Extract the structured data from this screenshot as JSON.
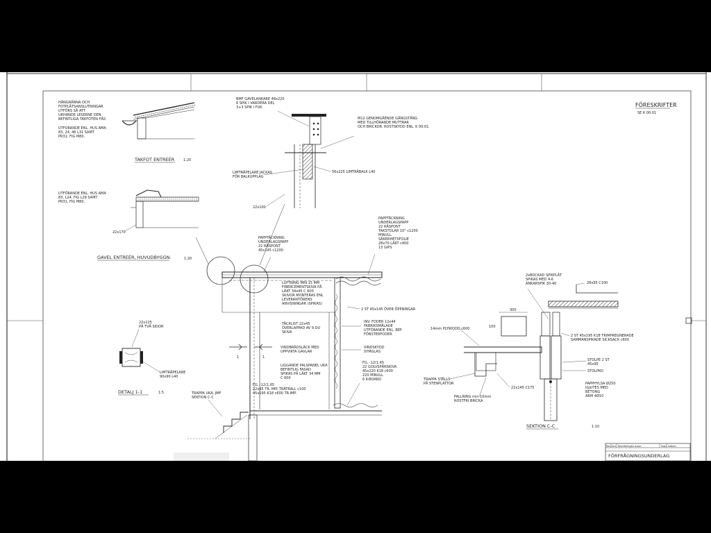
{
  "header": {
    "title": "FÖRESKRIFTER",
    "reference": "SE K 00:01"
  },
  "titleblock": {
    "row_labels": [
      "Rev",
      "Ant",
      "Revideringen avser",
      "Sign",
      "Datum"
    ],
    "document_status": "FÖRFRÅGNINGSUNDERLAG"
  },
  "views": {
    "takfot": {
      "title": "TAKFOT ENTREÉR",
      "scale": "1:20",
      "note1": [
        "HÄNGRÄNNA OCH",
        "FOTPLÅTSANSLUTNINGAR",
        "UTFÖRS SÅ ATT",
        "UKHANDE LESERNE DEN",
        "BEFINTLIGA TAKFOTEN FÅS"
      ],
      "note2": [
        "UTFORANDE ENL. HUS AMA",
        "83, 24, 46 L31 SAMT",
        "PR31, FIG M80."
      ]
    },
    "gavel": {
      "title": "GAVEL ENTREÉR, HUVUDBYGGN.",
      "scale": "1:20",
      "note1": [
        "UTFÖRANDE ENL. HUS AMA",
        "83, L24, FIG L29 SAMT",
        "PR31, FIG M80."
      ],
      "board": "22x170"
    },
    "detalj": {
      "title": "DETALJ 1-1",
      "scale": "1:5",
      "top_note": [
        "22x125",
        "PÅ TVÅ SIDOR"
      ],
      "bottom_note": [
        "LIMTRÄPELARE",
        "90x90 L40"
      ]
    },
    "sektion": {
      "title": "SEKTION C-C",
      "scale": "1:10",
      "notes": {
        "beam": "28x95 C100",
        "spikar": [
          "2xBOCKAD SPIKPLÅT",
          "SPIKAS MED 4-6",
          "ANKARSPIK 30-40"
        ],
        "plywood": "14mm PLYWOOD c600",
        "trim": [
          "2 ST 45x195 K18 TRIMPREGNERADE",
          "SAMMANSPIKADE SICKSACK c600"
        ],
        "stolpe1": [
          "STOLPE 2 ST",
          "45x95"
        ],
        "stolpko": "STOLPKO",
        "trappa": [
          "TRAPPA STÄLLS",
          "PÅ STENPLATTOR"
        ],
        "board": "22x145 C175",
        "pall": [
          "PALLNING min 10mm",
          "ROSTFRI BRICKA"
        ],
        "papphylsa": [
          "PAPPHYLSA Ø250",
          "IGJUTES MED",
          "BETONG",
          "ARM 4Ø10"
        ],
        "dim1": "300",
        "dim2": "100"
      }
    },
    "main": {
      "top_anchor": [
        "BMF GAVELANKARE 48x220",
        "6 SPIK I VARDERA DEL",
        "3+3 SPIK I FUK"
      ],
      "bolt": [
        "M12 GENOMGÅENDE GÄNGSTÅNG",
        "MED TILLHÖRANDE MUTTRAR",
        "OCH BRICKOR. ROSTSKYDD ENL. K 00:01"
      ],
      "glulam_beam": "56x225 LIMTRÄBALK L40",
      "pillar": [
        "LIMTRÄPELARE JACKAS",
        "FÖR BALKUPPLAG"
      ],
      "pillar_size": "22x100",
      "roof_left": [
        "PAPPTÄCKNING",
        "UNDERLAGSPAPP",
        "22 RÅSPONT",
        "45x145 c1200"
      ],
      "roof_right": [
        "PAPPTÄCKNING",
        "UNDERLAGSPAPP",
        "22 RÅSPONT",
        "TAKSTOLAR 10° c1200",
        "MINULL",
        "SÅKERHETSFOLIE",
        "28x70 LÄKT c400",
        "13 GIPS"
      ],
      "luft": [
        "LUFTNING MIN 15 MM",
        "FIBERCEMENTSKIVA PÅ",
        "LÄKT 34x45 C 600",
        "SKIVOR MONTERAS ENL",
        "LEVERANTÖRENS",
        "ANVISNINGAR (SPIKAS)"
      ],
      "over": "2 ST 45x145 ÖVER ÖPPNINGAR",
      "takkupp": [
        "TÄCKLIST 22x45",
        "ÖVERLAPPAD AV 9 DU",
        "SKIVA"
      ],
      "vinfoder": [
        "INV. FODER 12x44",
        "FABRIKSMÅLADE",
        "UTFÖRANDE ENL. BEF.",
        "FÖNSTERFODER"
      ],
      "vindbrick": [
        "VINDBRÄDSLÄCK MED",
        "UPPVIKTA GAVLAR"
      ],
      "vindskydd": [
        "VINDSKYDD",
        "SYMGLAS"
      ],
      "pansar": [
        "LIGGANDE PALSPANEL UKA",
        "BEFINTLIG FASAD",
        "SPIKAS PÅ LÄKT 34 MM",
        "C 600"
      ],
      "floor_left": [
        "FG. -12(1,65",
        "22x95 TR. IMP. TRÄTRALL c100",
        "45x195 K18 c600 TR.IMP."
      ],
      "floor_right": [
        "FG. -12(1,65",
        "22 GOLVSPÅNSKIVA",
        "45x220 K18 c600",
        "220 MINULL",
        "6 K-BOARD"
      ],
      "stair": [
        "TRAPPA UKA. JMF",
        "SEKTION C-C"
      ],
      "section_marks": [
        "1",
        "1"
      ]
    }
  }
}
